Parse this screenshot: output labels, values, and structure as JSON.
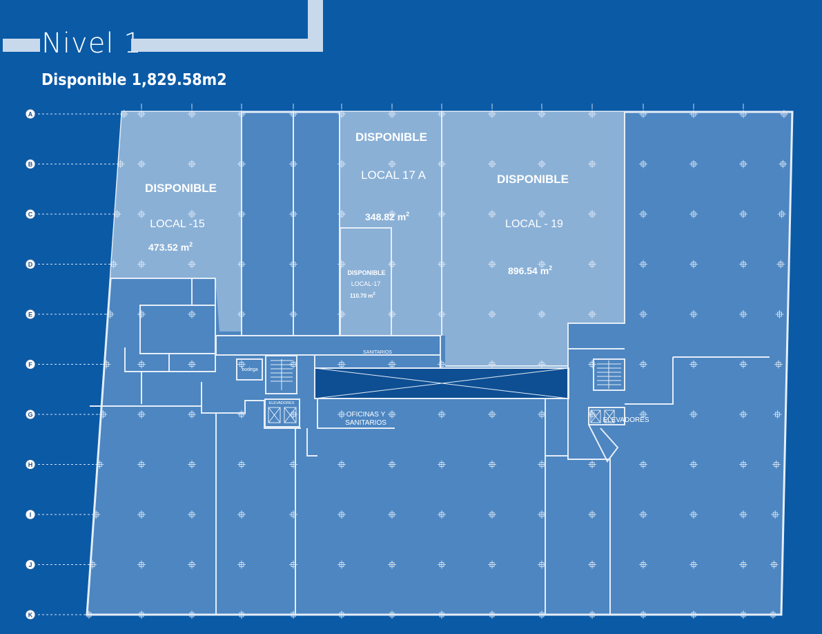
{
  "header": {
    "title": "Nivel 1",
    "subtitle": "Disponible 1,829.58m2"
  },
  "colors": {
    "background": "#0b5aa6",
    "available_unit": "#8ab0d6",
    "other_unit": "#4d86c1",
    "walls": "#e6eef8",
    "circulation": "#0e4f93"
  },
  "grid": {
    "rows": [
      "A",
      "B",
      "C",
      "D",
      "E",
      "F",
      "G",
      "H",
      "I",
      "J",
      "K"
    ]
  },
  "units": [
    {
      "id": "local-15",
      "status": "DISPONIBLE",
      "name": "LOCAL -15",
      "area": "473.52 m",
      "area_sup": "2"
    },
    {
      "id": "local-17a",
      "status": "DISPONIBLE",
      "name": "LOCAL 17 A",
      "area": "348.82 m",
      "area_sup": "2"
    },
    {
      "id": "local-19",
      "status": "DISPONIBLE",
      "name": "LOCAL - 19",
      "area": "896.54 m",
      "area_sup": "2"
    },
    {
      "id": "local-17",
      "status": "DISPONIBLE",
      "name": "LOCAL-17",
      "area": "110.70 m",
      "area_sup": "2"
    }
  ],
  "labels": {
    "sanitarios": "SANITARIOS",
    "bodega": "bodega",
    "elevadores_small": "ELEVADORES",
    "elevadores": "ELEVADORES",
    "oficinas_line1": "OFICINAS Y",
    "oficinas_line2": "SANITARIOS"
  }
}
